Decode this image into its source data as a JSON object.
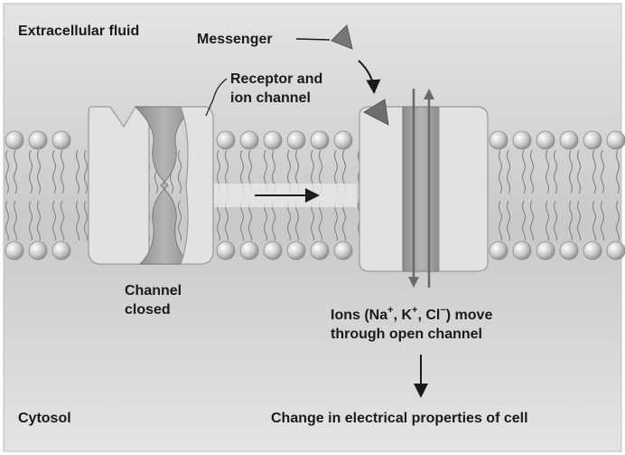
{
  "labels": {
    "extracellular": "Extracellular fluid",
    "messenger": "Messenger",
    "receptor": "Receptor and ion channel",
    "channel_closed": "Channel closed",
    "ions_prefix": "Ions (Na",
    "ions_plus1": "+",
    "ions_mid1": ", K",
    "ions_plus2": "+",
    "ions_mid2": ", Cl",
    "ions_minus": "−",
    "ions_suffix": ") move",
    "ions_line2": "through open channel",
    "cytosol": "Cytosol",
    "change": "Change in electrical properties of cell"
  }
}
